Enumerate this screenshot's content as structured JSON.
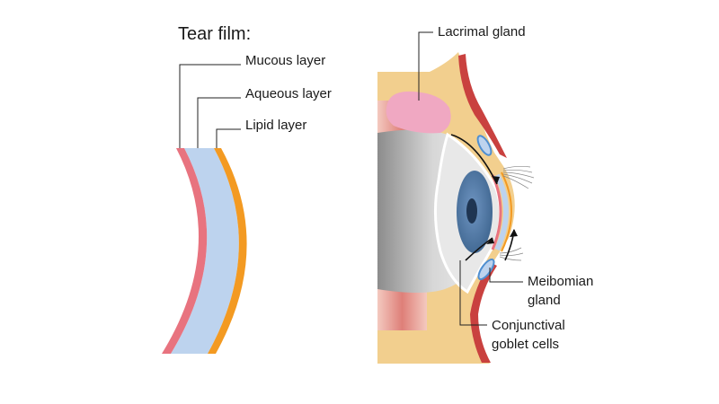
{
  "title": "Tear film:",
  "labels": {
    "mucous_layer": "Mucous layer",
    "aqueous_layer": "Aqueous layer",
    "lipid_layer": "Lipid layer",
    "lacrimal_gland": "Lacrimal gland",
    "meibomian_gland": "Meibomian gland",
    "conjunctival_goblet_cells": "Conjunctival goblet cells"
  },
  "colors": {
    "mucous": "#e8737f",
    "aqueous": "#bdd3ee",
    "lipid": "#f39a22",
    "skin": "#f2cf8e",
    "muscle": "#c9413f",
    "sclera": "#d9d9d9",
    "iris": "#4f78a6",
    "gland": "#f0a8c2"
  }
}
